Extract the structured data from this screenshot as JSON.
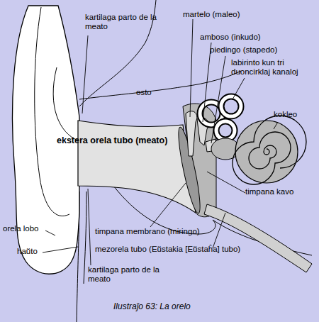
{
  "diagram": {
    "caption": "Ilustraĵo 63: La orelo",
    "labels": [
      "martelo (maleo)",
      "kartilaga parto de la meato",
      "amboso (inkudo)",
      "piedingo (stapedo)",
      "labirinto kun tri duoncirklaj kanaloj",
      "kokleo",
      "osto",
      "ekstera orela tubo (meato)",
      "timpana kavo",
      "orela lobo",
      "timpana membrano (miringo)",
      "haŭto",
      "mezorela tubo (Eŭstakia [Eŭstaĥa] tubo)",
      "kartilaga parto de la meato"
    ]
  }
}
